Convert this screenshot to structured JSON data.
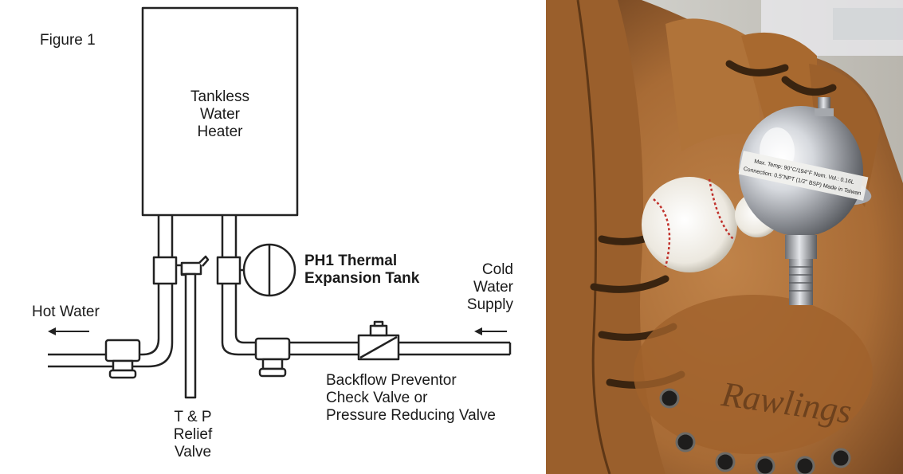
{
  "figure_label": "Figure 1",
  "heater": {
    "line1": "Tankless",
    "line2": "Water",
    "line3": "Heater"
  },
  "expansion_tank": {
    "line1": "PH1 Thermal",
    "line2": "Expansion Tank"
  },
  "hot_water": "Hot Water",
  "cold_water": {
    "line1": "Cold",
    "line2": "Water",
    "line3": "Supply"
  },
  "backflow": {
    "line1": "Backflow Preventor",
    "line2": "Check Valve or",
    "line3": "Pressure Reducing Valve"
  },
  "relief_valve": {
    "line1": "T & P",
    "line2": "Relief",
    "line3": "Valve"
  },
  "photo": {
    "tank_label_line1": "Max. Temp: 90°C/194°F  Nom. Vol.: 0.16L",
    "tank_label_line2": "Connection: 0.5\"NPT (1/2\" BSP)   Made in Taiwan",
    "glove_brand": "Rawlings",
    "colors": {
      "leather": "#b0743a",
      "leather_dark": "#6e4220",
      "steel": "#c9ccd2",
      "ball": "#f2efe8",
      "stitch": "#c0312b"
    }
  }
}
